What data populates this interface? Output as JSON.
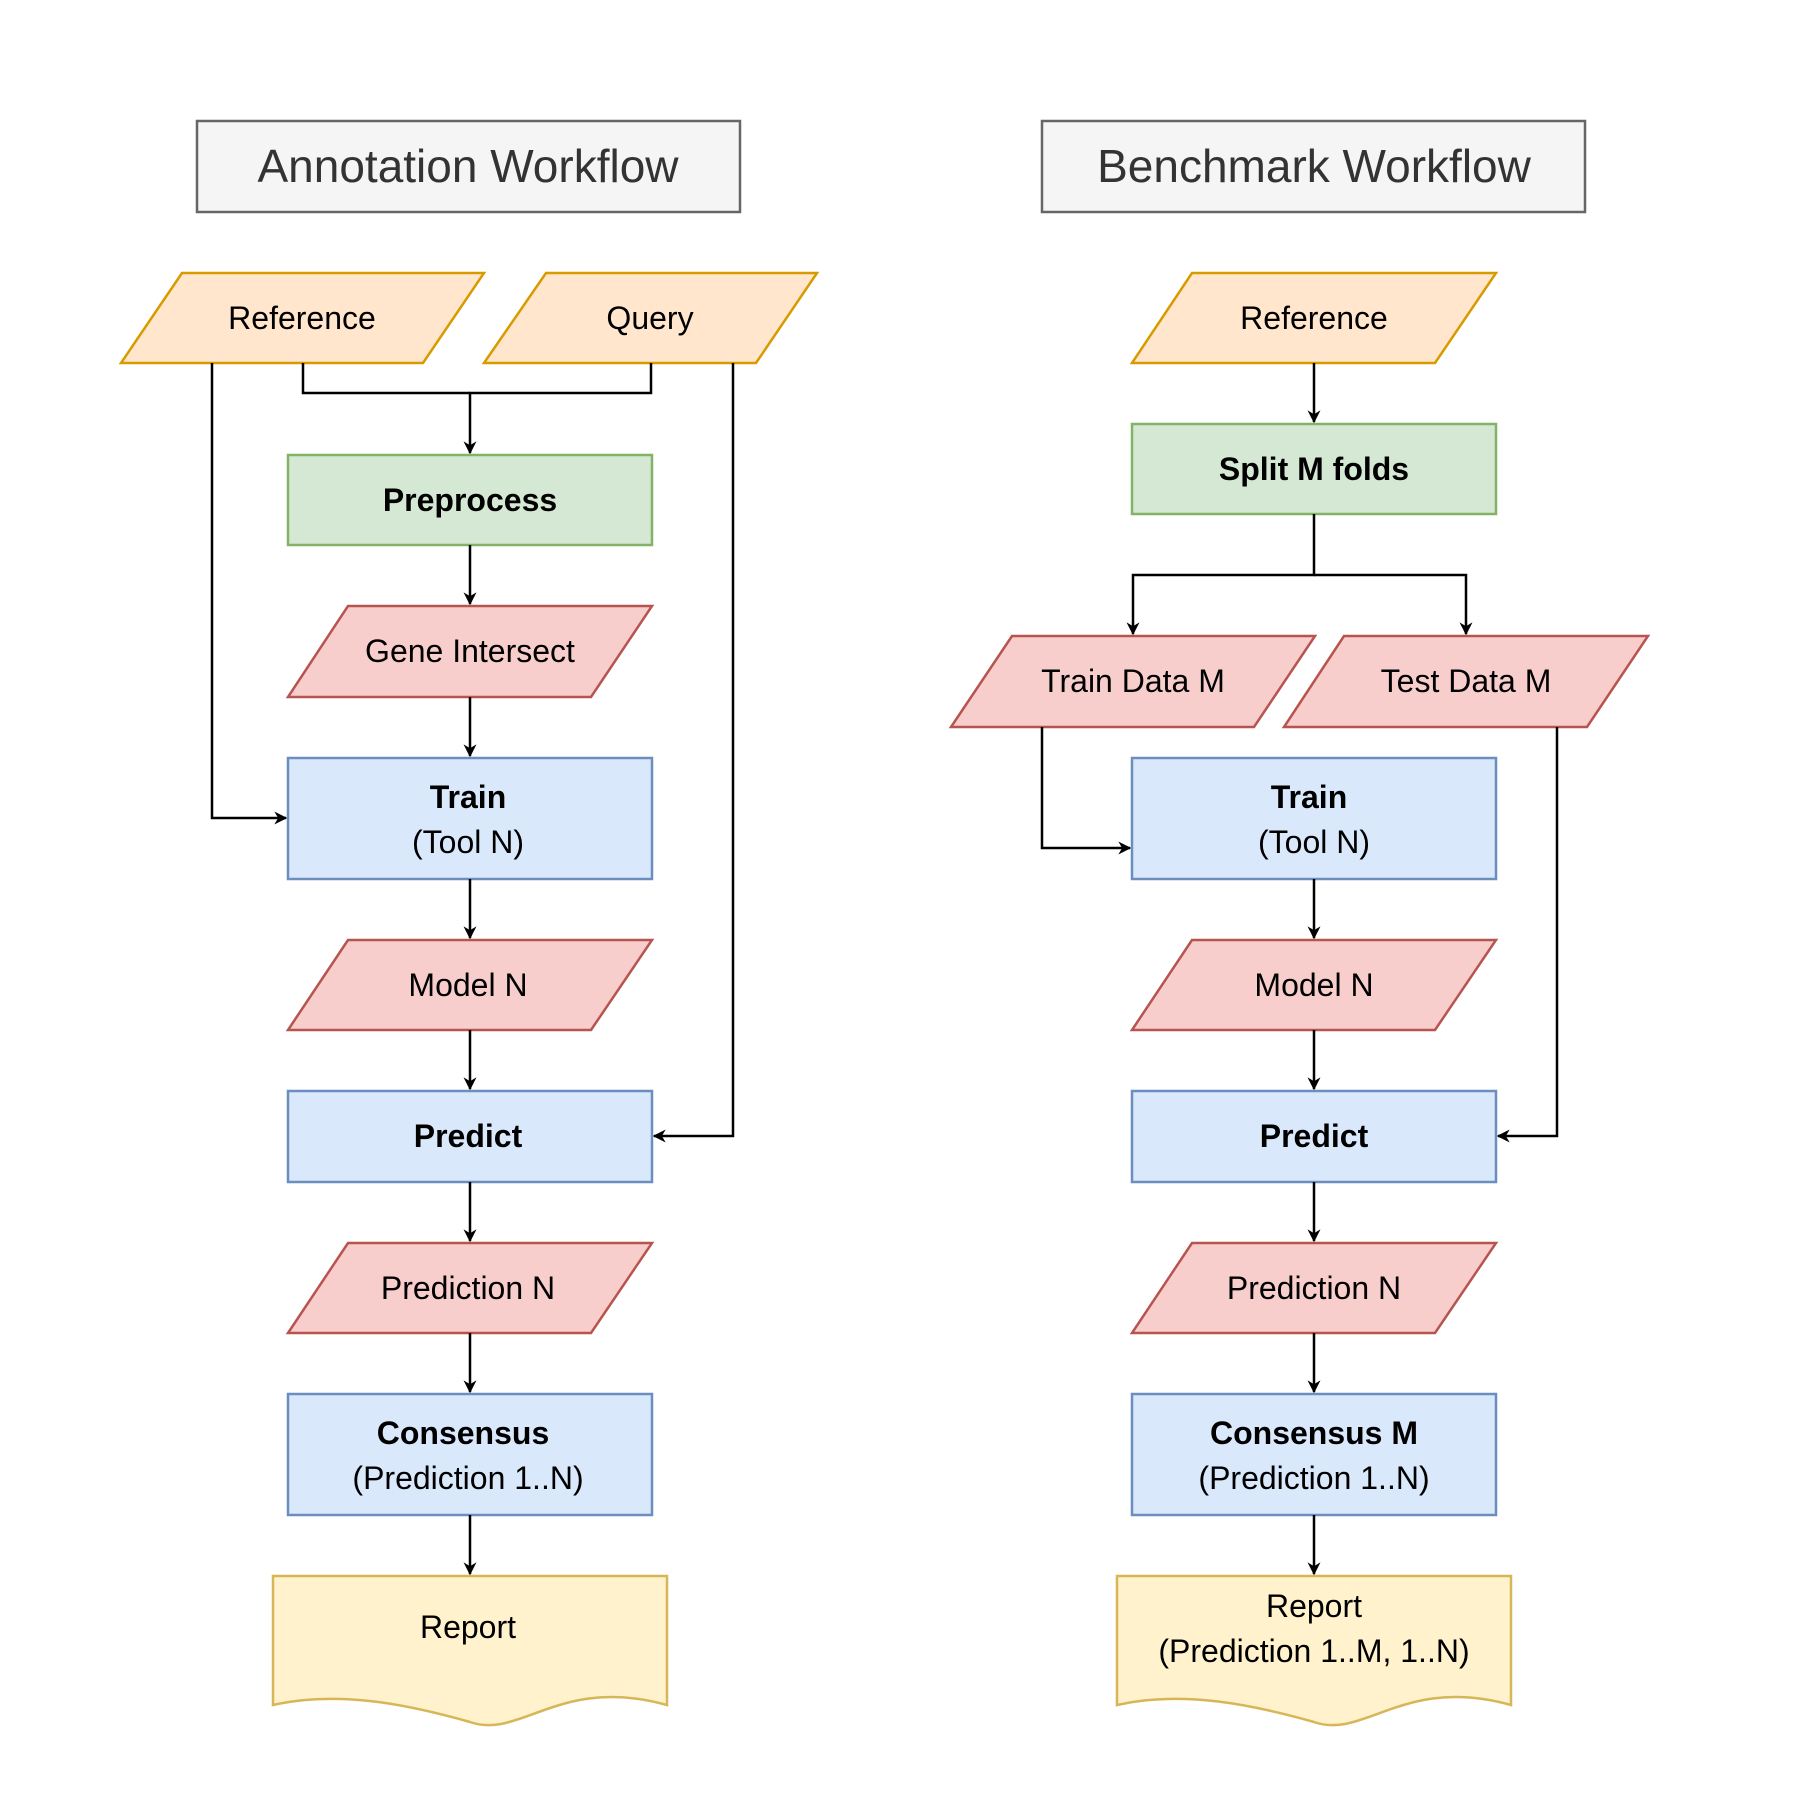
{
  "colors": {
    "title_fill": "#f5f5f5",
    "title_stroke": "#666666",
    "input_fill": "#ffe6cc",
    "input_stroke": "#d79b00",
    "process_green_fill": "#d5e8d4",
    "process_green_stroke": "#82b366",
    "data_red_fill": "#f8cecc",
    "data_red_stroke": "#b85450",
    "process_blue_fill": "#dae8fc",
    "process_blue_stroke": "#6c8ebf",
    "report_fill": "#fff2cc",
    "report_stroke": "#d6b656"
  },
  "annotation": {
    "title": "Annotation Workflow",
    "reference": "Reference",
    "query": "Query",
    "preprocess": "Preprocess",
    "gene_intersect": "Gene Intersect",
    "train_title": "Train",
    "train_sub": "(Tool N)",
    "model": "Model N",
    "predict": "Predict",
    "prediction": "Prediction N",
    "consensus_title": "Consensus",
    "consensus_sub": "(Prediction 1..N)",
    "report": "Report"
  },
  "benchmark": {
    "title": "Benchmark Workflow",
    "reference": "Reference",
    "split": "Split M folds",
    "train_data": "Train Data M",
    "test_data": "Test Data M",
    "train_title": "Train",
    "train_sub": "(Tool N)",
    "model": "Model N",
    "predict": "Predict",
    "prediction": "Prediction N",
    "consensus_title": "Consensus M",
    "consensus_sub": "(Prediction 1..N)",
    "report_title": "Report",
    "report_sub": "(Prediction 1..M, 1..N)"
  }
}
